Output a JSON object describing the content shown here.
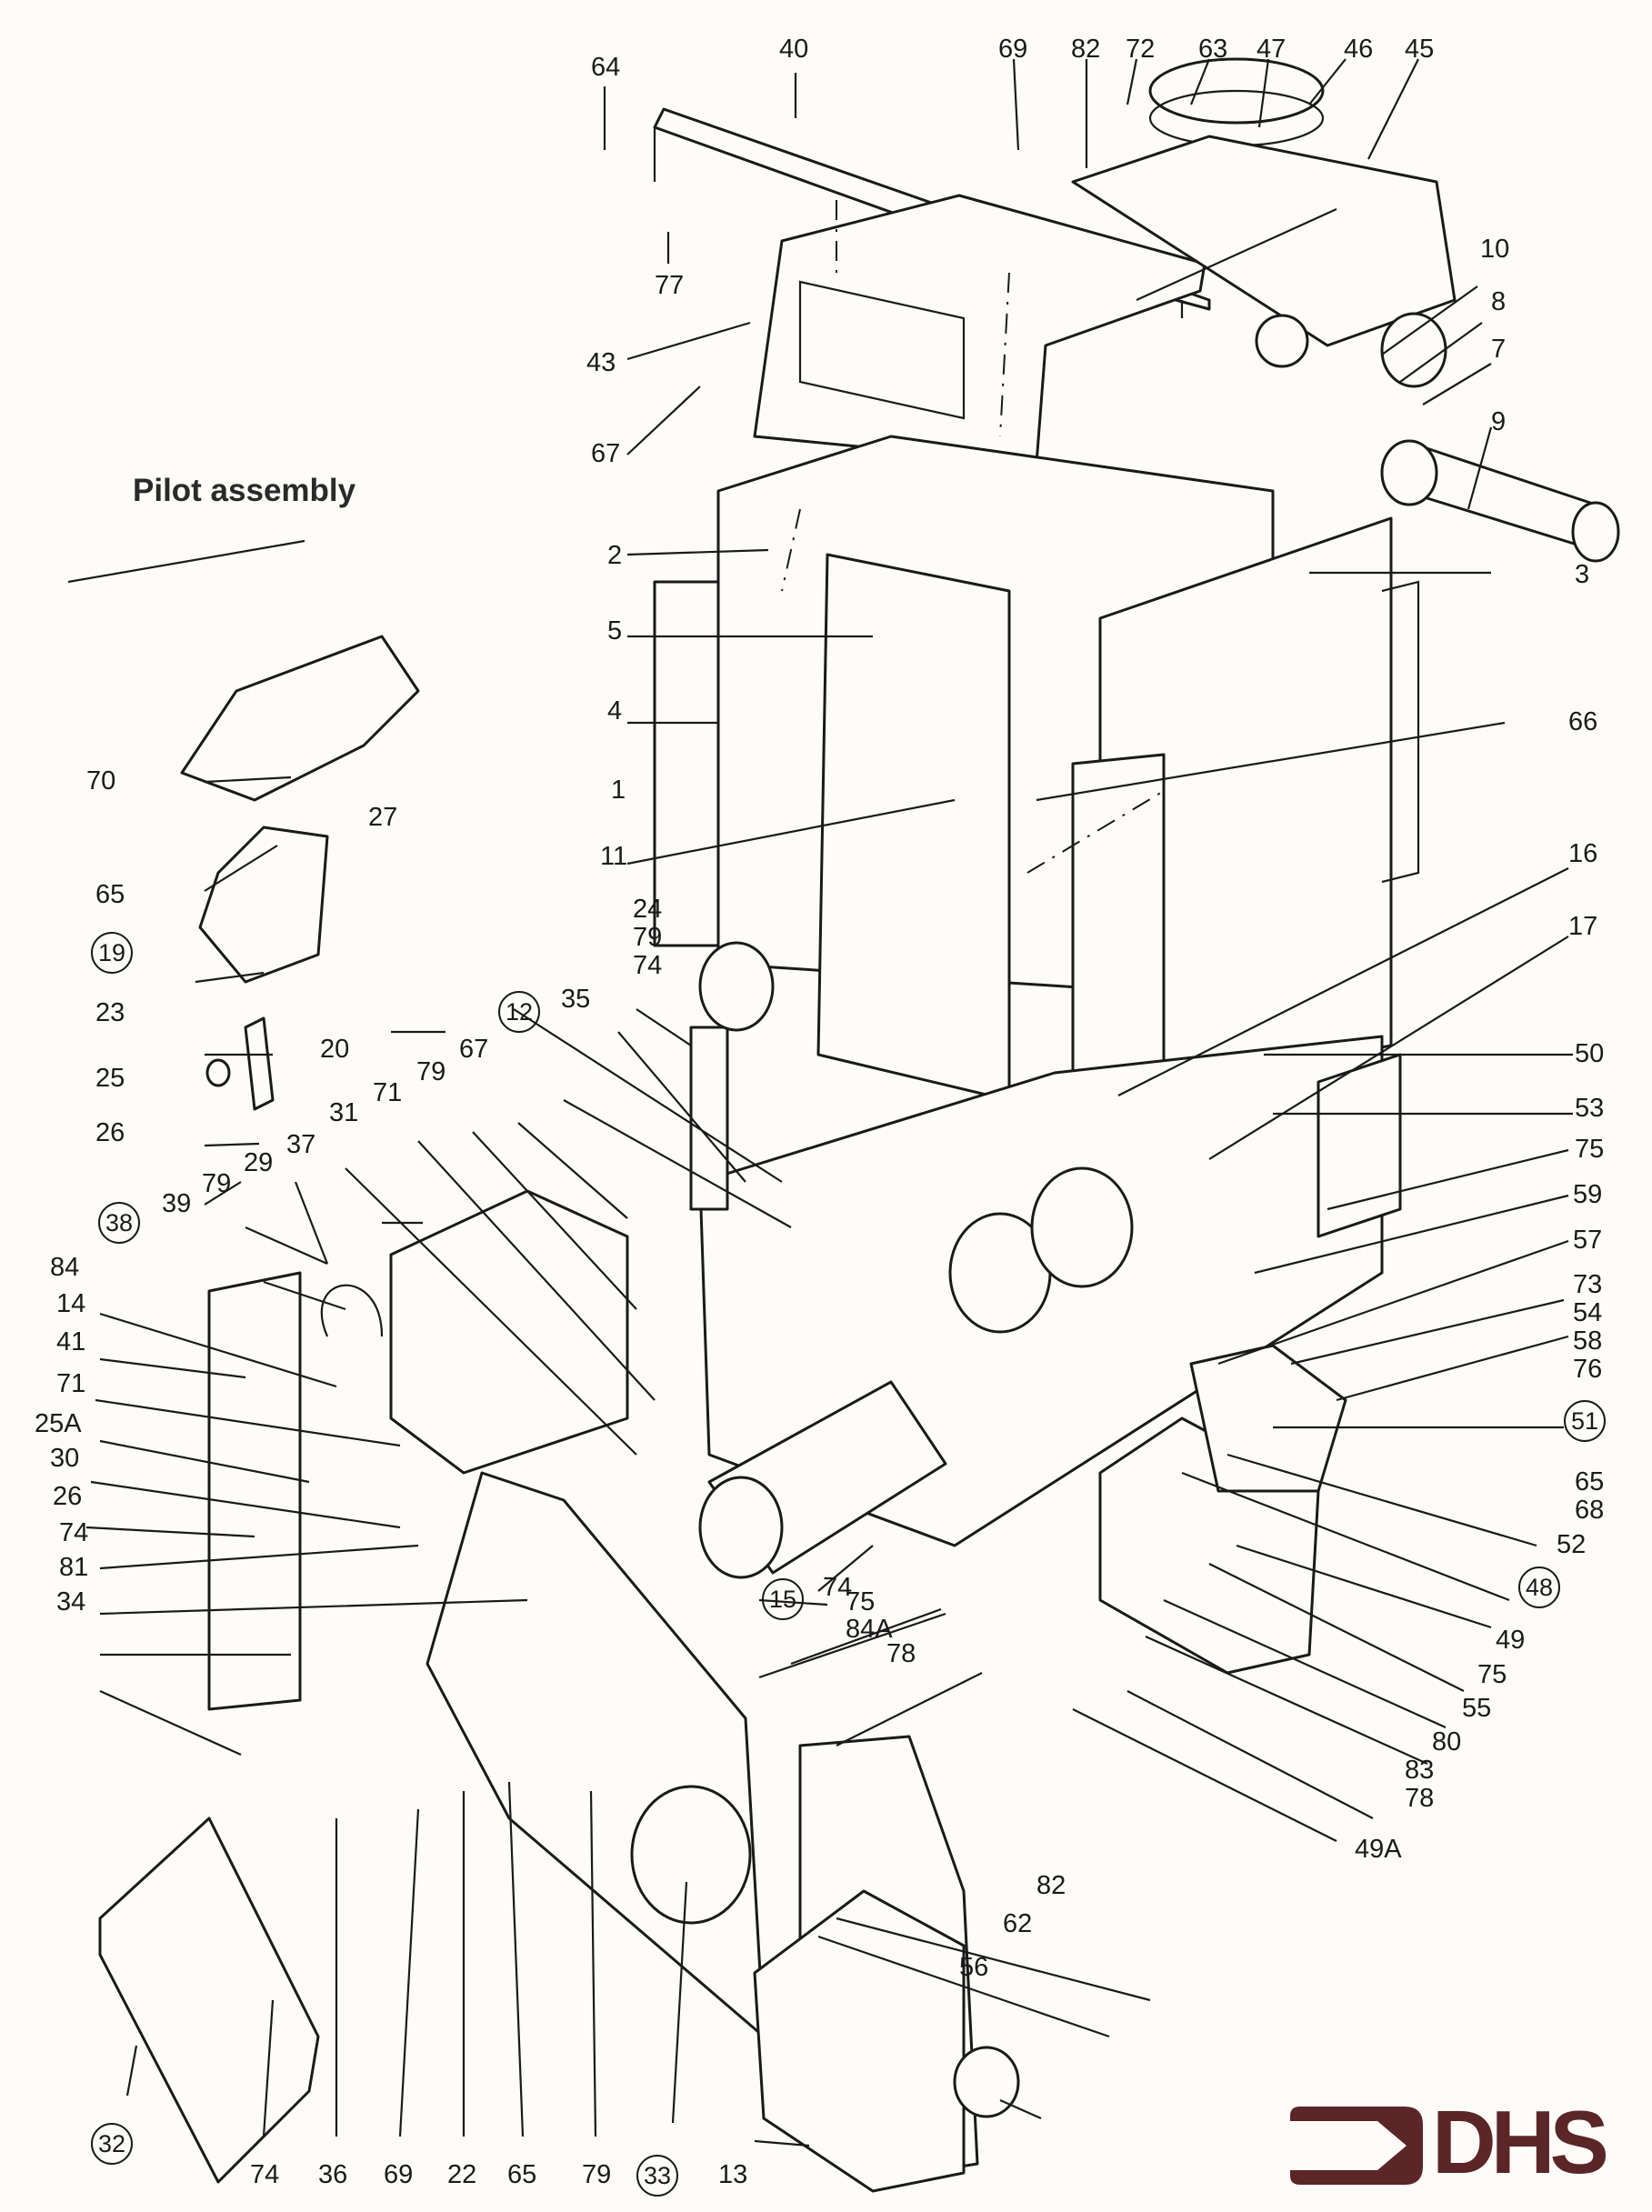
{
  "diagram": {
    "title": "Pilot assembly",
    "logo_text": "DHS",
    "logo_color": "#5a2628",
    "labels": [
      {
        "id": "40",
        "text": "40"
      },
      {
        "id": "64",
        "text": "64"
      },
      {
        "id": "69t",
        "text": "69"
      },
      {
        "id": "82t",
        "text": "82"
      },
      {
        "id": "72",
        "text": "72"
      },
      {
        "id": "63",
        "text": "63"
      },
      {
        "id": "47",
        "text": "47"
      },
      {
        "id": "46",
        "text": "46"
      },
      {
        "id": "45",
        "text": "45"
      },
      {
        "id": "77",
        "text": "77"
      },
      {
        "id": "10",
        "text": "10"
      },
      {
        "id": "8",
        "text": "8"
      },
      {
        "id": "7",
        "text": "7"
      },
      {
        "id": "43",
        "text": "43"
      },
      {
        "id": "9",
        "text": "9"
      },
      {
        "id": "67t",
        "text": "67"
      },
      {
        "id": "2",
        "text": "2"
      },
      {
        "id": "3",
        "text": "3"
      },
      {
        "id": "5",
        "text": "5"
      },
      {
        "id": "4",
        "text": "4"
      },
      {
        "id": "66",
        "text": "66"
      },
      {
        "id": "1",
        "text": "1"
      },
      {
        "id": "16",
        "text": "16"
      },
      {
        "id": "11",
        "text": "11"
      },
      {
        "id": "17",
        "text": "17"
      },
      {
        "id": "70",
        "text": "70"
      },
      {
        "id": "27",
        "text": "27"
      },
      {
        "id": "65a",
        "text": "65"
      },
      {
        "id": "19",
        "text": "19",
        "circled": true
      },
      {
        "id": "23",
        "text": "23"
      },
      {
        "id": "20",
        "text": "20"
      },
      {
        "id": "25",
        "text": "25"
      },
      {
        "id": "26a",
        "text": "26"
      },
      {
        "id": "35",
        "text": "35"
      },
      {
        "id": "12",
        "text": "12",
        "circled": true
      },
      {
        "id": "67m",
        "text": "67"
      },
      {
        "id": "79a",
        "text": "79"
      },
      {
        "id": "71a",
        "text": "71"
      },
      {
        "id": "31",
        "text": "31"
      },
      {
        "id": "37",
        "text": "37"
      },
      {
        "id": "29",
        "text": "29"
      },
      {
        "id": "79b",
        "text": "79"
      },
      {
        "id": "39",
        "text": "39"
      },
      {
        "id": "38",
        "text": "38",
        "circled": true
      },
      {
        "id": "84",
        "text": "84"
      },
      {
        "id": "14",
        "text": "14"
      },
      {
        "id": "41",
        "text": "41"
      },
      {
        "id": "71b",
        "text": "71"
      },
      {
        "id": "25A",
        "text": "25A"
      },
      {
        "id": "30",
        "text": "30"
      },
      {
        "id": "26b",
        "text": "26"
      },
      {
        "id": "74a",
        "text": "74"
      },
      {
        "id": "81",
        "text": "81"
      },
      {
        "id": "34",
        "text": "34"
      },
      {
        "id": "50",
        "text": "50"
      },
      {
        "id": "53",
        "text": "53"
      },
      {
        "id": "75a",
        "text": "75"
      },
      {
        "id": "59",
        "text": "59"
      },
      {
        "id": "57",
        "text": "57"
      },
      {
        "id": "51",
        "text": "51",
        "circled": true
      },
      {
        "id": "52",
        "text": "52"
      },
      {
        "id": "48",
        "text": "48",
        "circled": true
      },
      {
        "id": "49",
        "text": "49"
      },
      {
        "id": "75b",
        "text": "75"
      },
      {
        "id": "55",
        "text": "55"
      },
      {
        "id": "80",
        "text": "80"
      },
      {
        "id": "49A",
        "text": "49A"
      },
      {
        "id": "15",
        "text": "15",
        "circled": true
      },
      {
        "id": "74b",
        "text": "74"
      },
      {
        "id": "75c",
        "text": "75"
      },
      {
        "id": "84A",
        "text": "84A"
      },
      {
        "id": "78",
        "text": "78"
      },
      {
        "id": "82b",
        "text": "82"
      },
      {
        "id": "62",
        "text": "62"
      },
      {
        "id": "56",
        "text": "56"
      },
      {
        "id": "32",
        "text": "32",
        "circled": true
      },
      {
        "id": "74c",
        "text": "74"
      },
      {
        "id": "36",
        "text": "36"
      },
      {
        "id": "69b",
        "text": "69"
      },
      {
        "id": "22",
        "text": "22"
      },
      {
        "id": "65b",
        "text": "65"
      },
      {
        "id": "79c",
        "text": "79"
      },
      {
        "id": "33",
        "text": "33",
        "circled": true
      },
      {
        "id": "13",
        "text": "13"
      }
    ],
    "stacked_labels": [
      {
        "id": "s24",
        "lines": [
          "24",
          "79",
          "74"
        ]
      },
      {
        "id": "s73",
        "lines": [
          "73",
          "54",
          "58",
          "76"
        ]
      },
      {
        "id": "s65",
        "lines": [
          "65",
          "68"
        ]
      },
      {
        "id": "s83",
        "lines": [
          "83",
          "78"
        ]
      }
    ]
  }
}
